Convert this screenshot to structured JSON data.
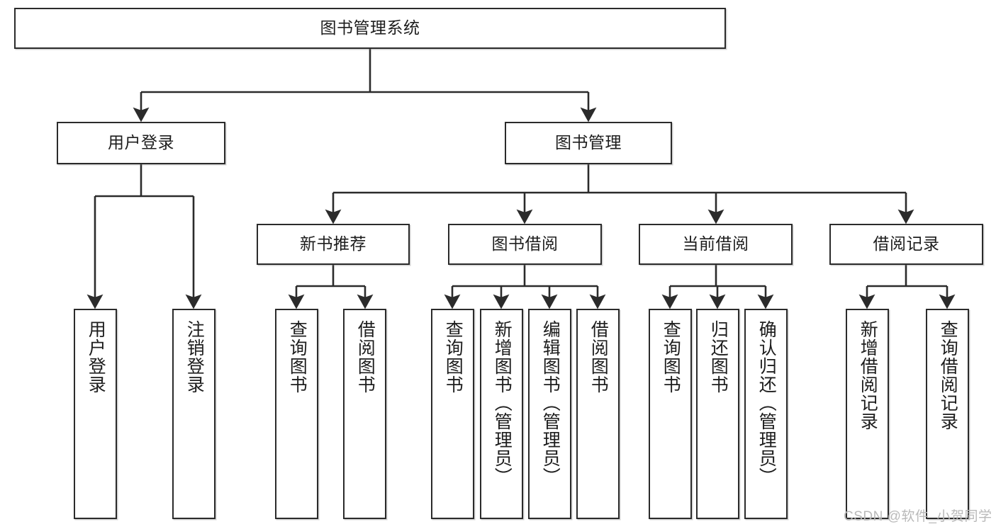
{
  "diagram": {
    "title_node": {
      "label": "图书管理系统"
    },
    "level2": [
      {
        "id": "user-login",
        "label": "用户登录"
      },
      {
        "id": "book-management",
        "label": "图书管理"
      }
    ],
    "level3": [
      {
        "id": "new-book-recommend",
        "label": "新书推荐"
      },
      {
        "id": "book-borrow",
        "label": "图书借阅"
      },
      {
        "id": "current-borrow",
        "label": "当前借阅"
      },
      {
        "id": "borrow-record",
        "label": "借阅记录"
      }
    ],
    "leaves": [
      {
        "id": "leaf-user-login",
        "label": "用户登录",
        "parent": "user-login"
      },
      {
        "id": "leaf-logout",
        "label": "注销登录",
        "parent": "user-login"
      },
      {
        "id": "leaf-query-book-1",
        "label": "查询图书",
        "parent": "new-book-recommend"
      },
      {
        "id": "leaf-borrow-book-1",
        "label": "借阅图书",
        "parent": "new-book-recommend"
      },
      {
        "id": "leaf-query-book-2",
        "label": "查询图书",
        "parent": "book-borrow"
      },
      {
        "id": "leaf-add-book",
        "label": "新增图书（管理员）",
        "parent": "book-borrow"
      },
      {
        "id": "leaf-edit-book",
        "label": "编辑图书（管理员）",
        "parent": "book-borrow"
      },
      {
        "id": "leaf-borrow-book-2",
        "label": "借阅图书",
        "parent": "book-borrow"
      },
      {
        "id": "leaf-query-book-3",
        "label": "查询图书",
        "parent": "current-borrow"
      },
      {
        "id": "leaf-return-book",
        "label": "归还图书",
        "parent": "current-borrow"
      },
      {
        "id": "leaf-confirm-return",
        "label": "确认归还（管理员）",
        "parent": "current-borrow"
      },
      {
        "id": "leaf-add-record",
        "label": "新增借阅记录",
        "parent": "borrow-record"
      },
      {
        "id": "leaf-query-record",
        "label": "查询借阅记录",
        "parent": "borrow-record"
      }
    ],
    "colors": {
      "stroke": "#2b2b2b",
      "text": "#1d1d1d",
      "background": "#ffffff",
      "watermark": "#b9b9b9"
    }
  },
  "watermark": {
    "text": "CSDN @软件_小贺同学"
  }
}
